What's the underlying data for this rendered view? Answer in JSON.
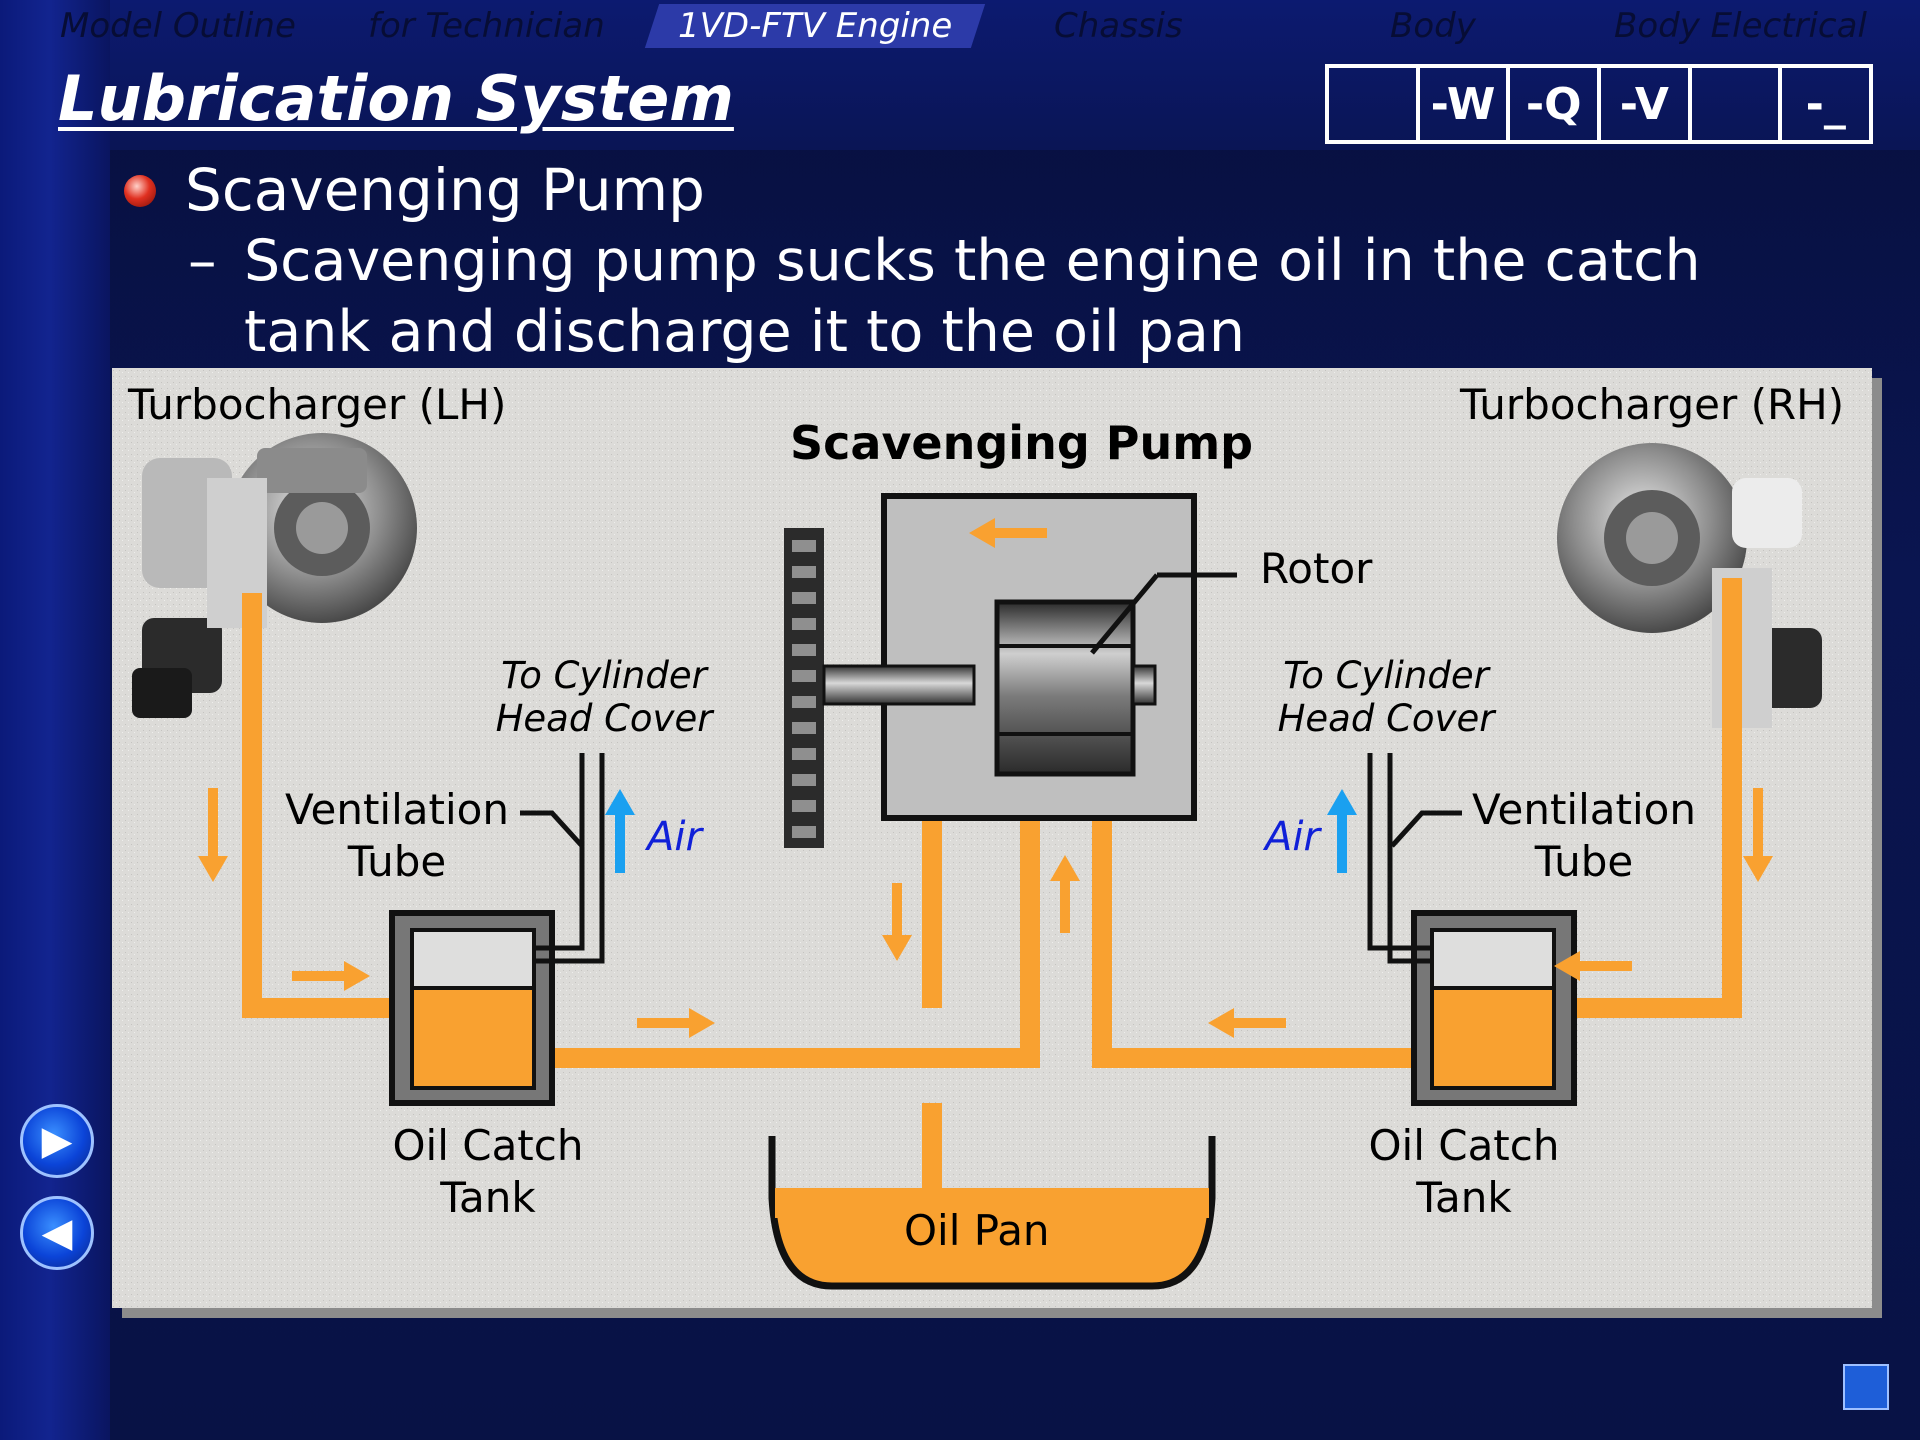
{
  "tabs": [
    {
      "label": "Model Outline"
    },
    {
      "label": "for Technician"
    },
    {
      "label": "1VD-FTV Engine"
    },
    {
      "label": "Chassis"
    },
    {
      "label": "Body"
    },
    {
      "label": "Body Electrical"
    }
  ],
  "active_tab": "1VD-FTV Engine",
  "slide": {
    "title": "Lubrication System",
    "key_cells": [
      "",
      "-W",
      "-Q",
      "-V",
      "",
      "-_"
    ],
    "bullet": "Scavenging Pump",
    "sub_dash": "–",
    "sub_line1": "Scavenging pump sucks the engine oil in the catch",
    "sub_line2": "tank and discharge it to the oil pan"
  },
  "diagram": {
    "turbo_lh": "Turbocharger (LH)",
    "turbo_rh": "Turbocharger (RH)",
    "pump_title": "Scavenging Pump",
    "rotor": "Rotor",
    "to_cyl_left_1": "To Cylinder",
    "to_cyl_left_2": "Head Cover",
    "to_cyl_right_1": "To Cylinder",
    "to_cyl_right_2": "Head Cover",
    "vent_left_1": "Ventilation",
    "vent_left_2": "Tube",
    "vent_right_1": "Ventilation",
    "vent_right_2": "Tube",
    "air_left": "Air",
    "air_right": "Air",
    "oct_left_1": "Oil Catch",
    "oct_left_2": "Tank",
    "oct_right_1": "Oil Catch",
    "oct_right_2": "Tank",
    "oil_pan": "Oil Pan"
  },
  "nav": {
    "next_icon": "▶",
    "prev_icon": "◀"
  },
  "colors": {
    "oil": "#f9a130",
    "air_arrow": "#1aa0f0",
    "background": "#0a1550"
  }
}
